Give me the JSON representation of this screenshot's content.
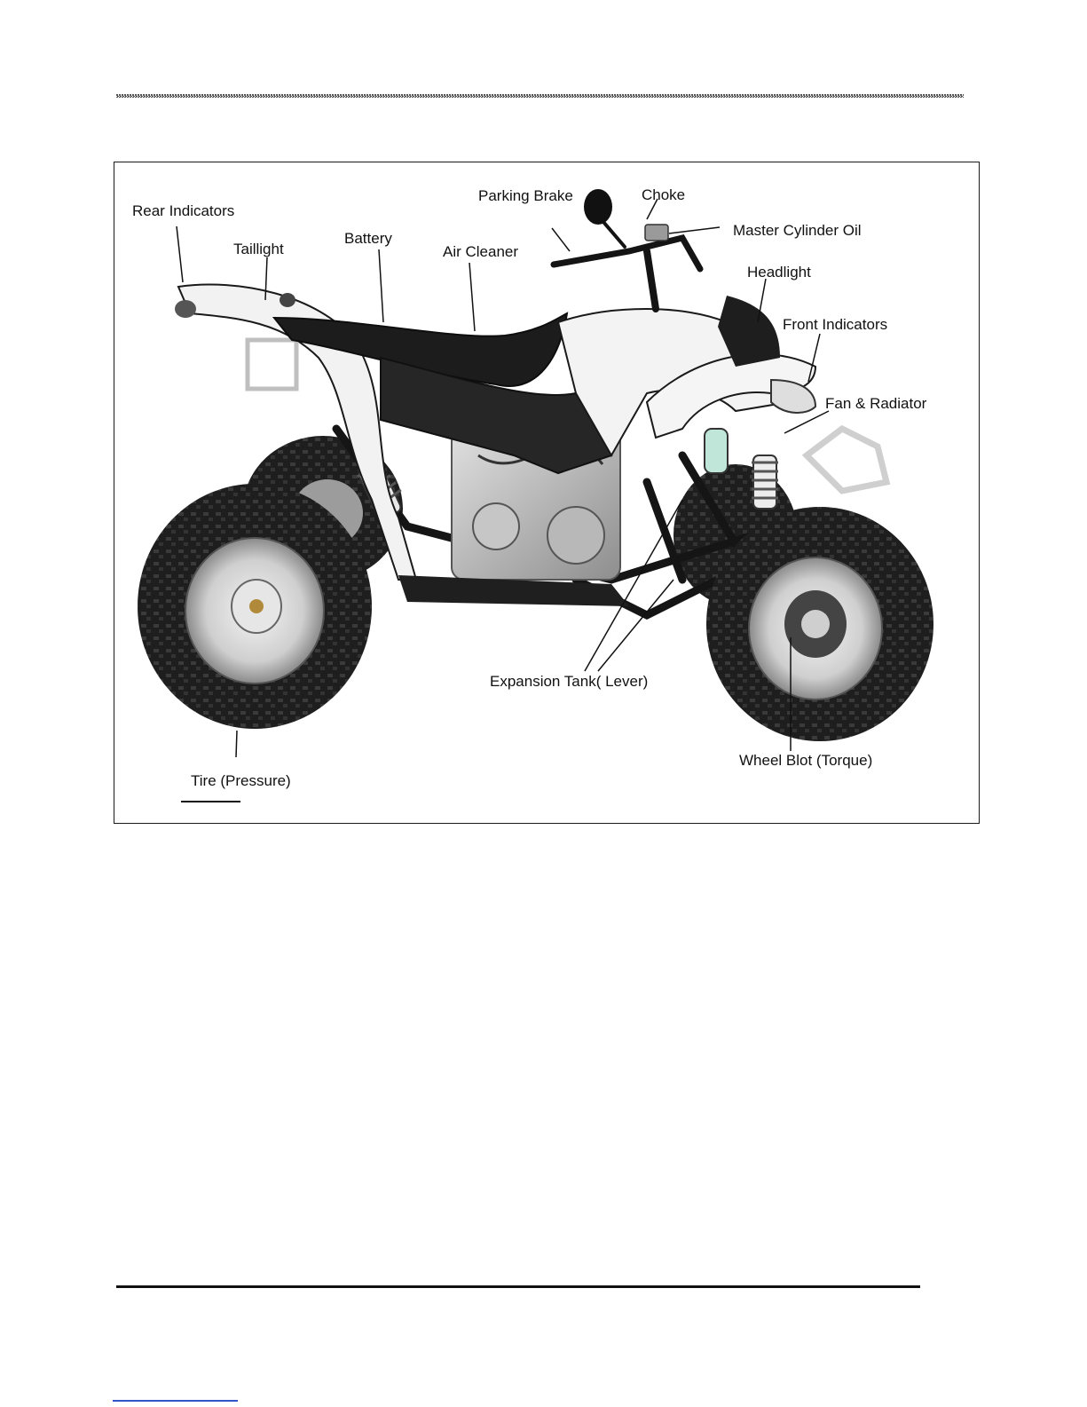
{
  "figure": {
    "image_subject": "ATV side view (photograph)",
    "callouts": {
      "rear_indicators": "Rear Indicators",
      "taillight": "Taillight",
      "battery": "Battery",
      "air_cleaner": "Air Cleaner",
      "parking_brake": "Parking Brake",
      "choke": "Choke",
      "master_cylinder_oil": "Master Cylinder Oil",
      "headlight": "Headlight",
      "front_indicators": "Front Indicators",
      "fan_radiator": "Fan & Radiator",
      "expansion_tank": "Expansion Tank( Lever)",
      "wheel_bolt": "Wheel Blot (Torque)",
      "tire_pressure": "Tire (Pressure)"
    }
  },
  "colors": {
    "rule": "#111111",
    "body_white": "#f2f2f2",
    "seat_black": "#1c1c1c",
    "tire": "#1e1e1e",
    "rim": "#cfcfcf",
    "footer_link": "#3355cc"
  }
}
